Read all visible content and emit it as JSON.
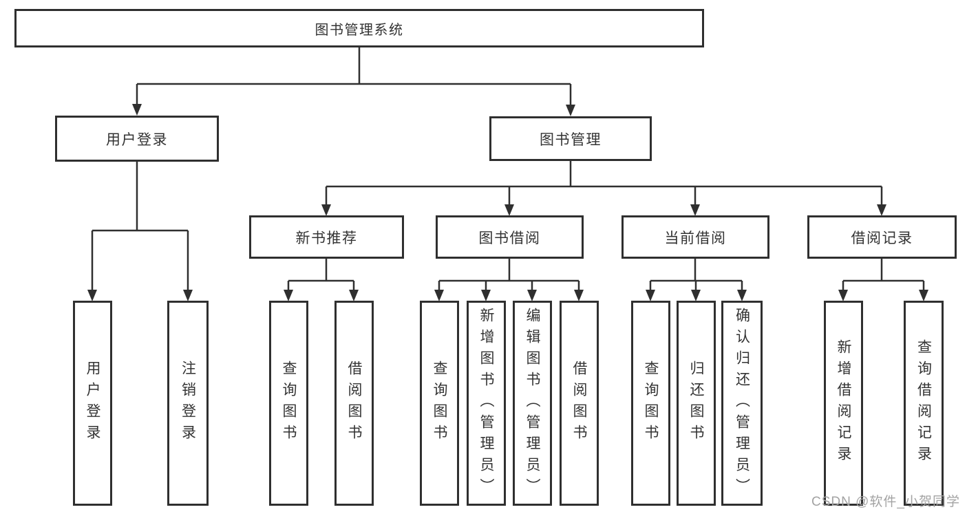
{
  "diagram": {
    "root": {
      "label": "图书管理系统"
    },
    "level2": [
      {
        "label": "用户登录"
      },
      {
        "label": "图书管理"
      }
    ],
    "level3": [
      {
        "label": "新书推荐"
      },
      {
        "label": "图书借阅"
      },
      {
        "label": "当前借阅"
      },
      {
        "label": "借阅记录"
      }
    ],
    "leaves": {
      "user_login": [
        "用户登录",
        "注销登录"
      ],
      "new_book": [
        "查询图书",
        "借阅图书"
      ],
      "book_borrow": [
        "查询图书",
        "新增图书（管理员）",
        "编辑图书（管理员）",
        "借阅图书"
      ],
      "current_borrow": [
        "查询图书",
        "归还图书",
        "确认归还（管理员）"
      ],
      "borrow_records": [
        "新增借阅记录",
        "查询借阅记录"
      ]
    }
  },
  "watermark": "CSDN @软件_小贺同学",
  "colors": {
    "line": "#2f2f2f",
    "text": "#333333",
    "watermark": "#a3a3a3",
    "background": "#ffffff"
  }
}
